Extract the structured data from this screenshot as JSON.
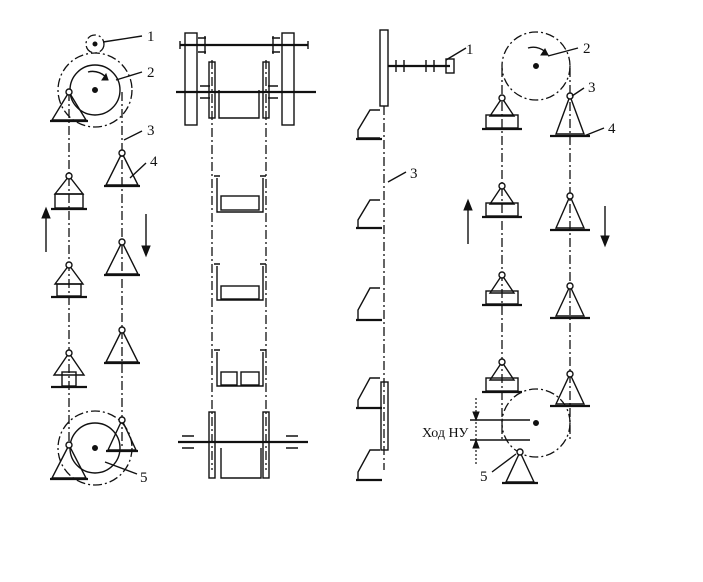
{
  "labels": {
    "l1": "1",
    "l2": "2",
    "l3": "3",
    "l4": "4",
    "l5": "5",
    "r1": "1",
    "r2": "2",
    "r3": "3",
    "r4": "4",
    "r5": "5",
    "m3": "3",
    "stroke": "Ход НУ"
  },
  "colors": {
    "ink": "#111111",
    "paper": "#ffffff"
  }
}
